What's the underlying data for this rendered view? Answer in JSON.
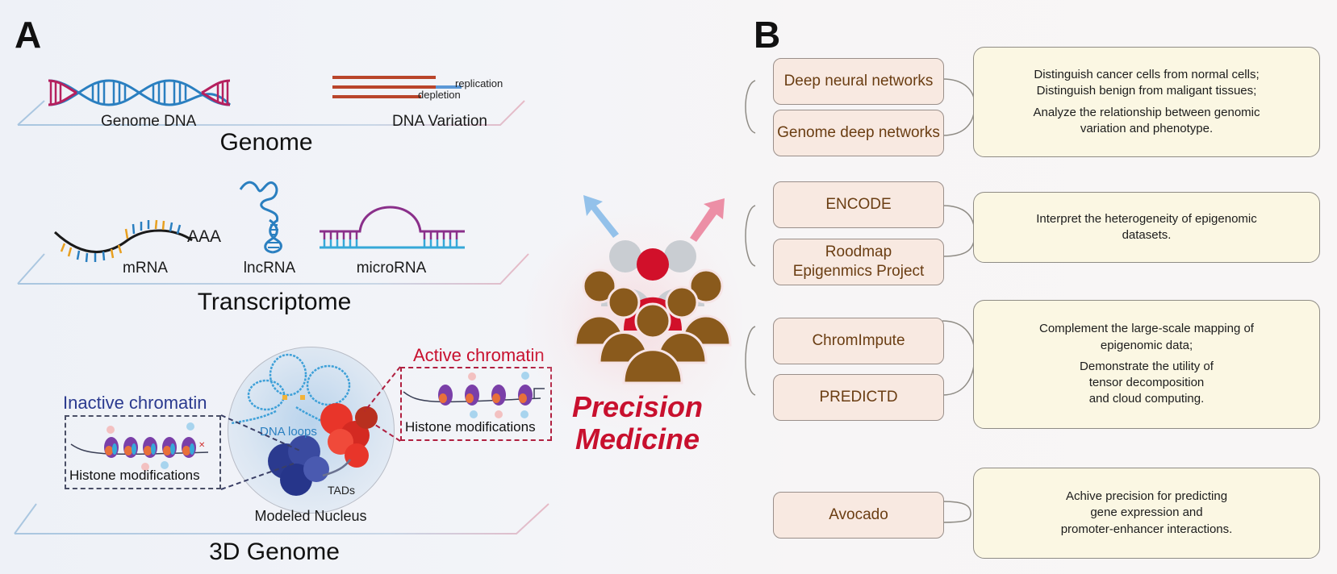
{
  "panel_a": {
    "letter": "A",
    "genome": {
      "title": "Genome",
      "genome_dna_label": "Genome DNA",
      "dna_variation_label": "DNA Variation",
      "replication_label": "replication",
      "depletion_label": "depletion"
    },
    "transcriptome": {
      "title": "Transcriptome",
      "mrna_label": "mRNA",
      "polya_label": "AAA",
      "lncrna_label": "lncRNA",
      "microrna_label": "microRNA"
    },
    "genome3d": {
      "title": "3D Genome",
      "inactive_label": "Inactive chromatin",
      "active_label": "Active chromatin",
      "histone_label_inactive": "Histone modifications",
      "histone_label_active": "Histone modifications",
      "dna_loops_label": "DNA loops",
      "tads_label": "TADs",
      "nucleus_label": "Modeled Nucleus"
    }
  },
  "center": {
    "title_line1": "Precision",
    "title_line2": "Medicine"
  },
  "panel_b": {
    "letter": "B",
    "groups": [
      {
        "methods": [
          "Deep neural networks",
          "Genome deep networks"
        ],
        "description": [
          "Distinguish cancer cells from normal cells;\nDistinguish benign from maligant tissues;",
          "Analyze the relationship between genomic variation and phenotype."
        ]
      },
      {
        "methods": [
          "ENCODE",
          "Roodmap Epigenmics Project"
        ],
        "description": [
          "Interpret the heterogeneity of epigenomic datasets."
        ]
      },
      {
        "methods": [
          "ChromImpute",
          "PREDICTD"
        ],
        "description": [
          "Complement the large-scale mapping of epigenomic data;",
          "Demonstrate the utility of\ntensor decomposition\nand cloud computing."
        ]
      },
      {
        "methods": [
          "Avocado"
        ],
        "description": [
          "Achive precision for predicting\ngene expression and\npromoter-enhancer interactions."
        ]
      }
    ]
  },
  "colors": {
    "accent_red": "#c8102e",
    "method_text": "#6a3d12",
    "method_fill": "#f8e9e1",
    "desc_fill": "#fbf7e3",
    "inactive_blue": "#2b3a8f",
    "people_brown": "#8a5a1c"
  }
}
